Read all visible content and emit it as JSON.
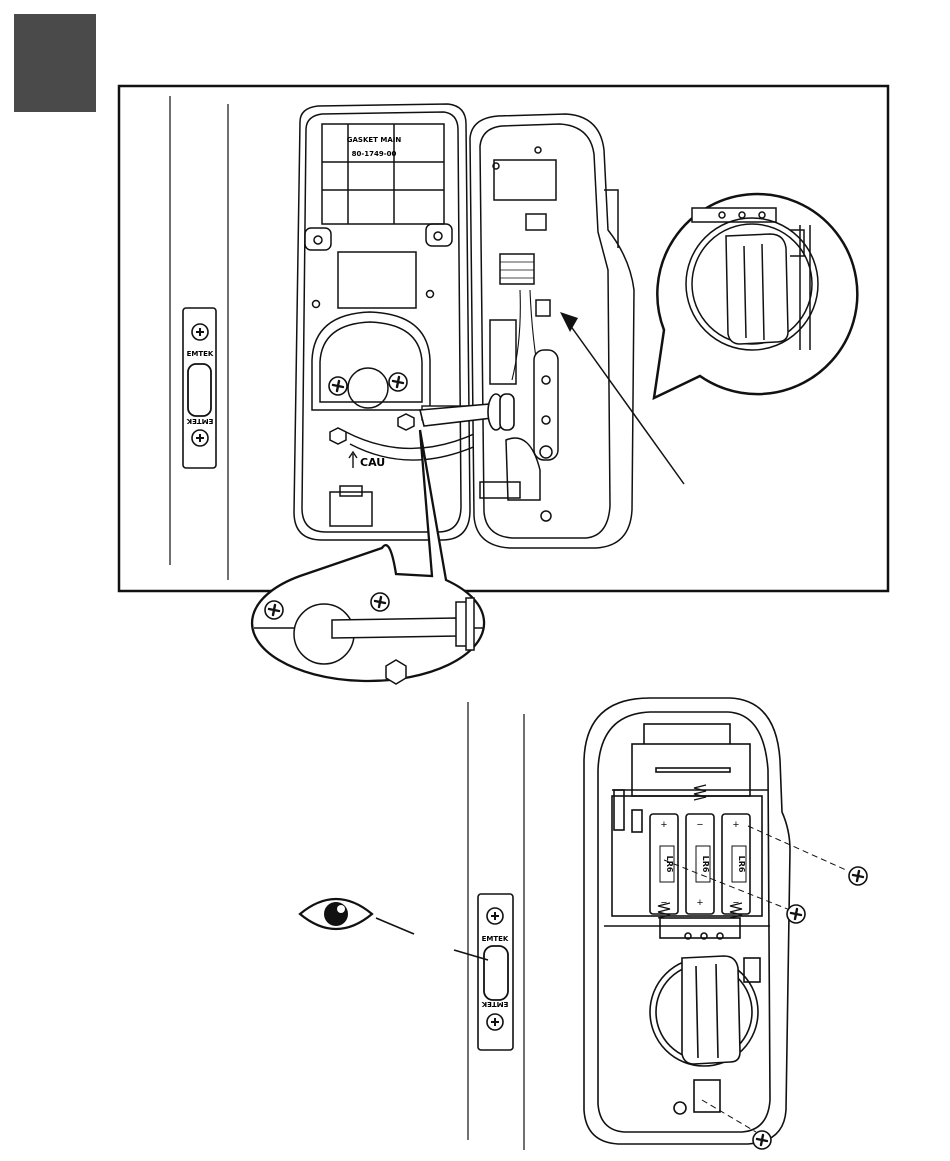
{
  "page": {
    "step_block_color": "#4a4a4a",
    "line_color": "#111111"
  },
  "gasket": {
    "line1": "GASKET MAIN",
    "line2": "80-1749-00",
    "caution": "CAU"
  },
  "strike_plate": {
    "brand_top": "EMTEK",
    "brand_bottom": "EMTEK"
  },
  "battery": {
    "labels": [
      "LR6",
      "LR6",
      "LR6"
    ],
    "polarity": [
      "+",
      "−",
      "+",
      "−",
      "+",
      "−"
    ]
  },
  "icons": [
    "eye-icon",
    "screw-icon",
    "hex-nut-icon",
    "thumb-turn-icon"
  ]
}
